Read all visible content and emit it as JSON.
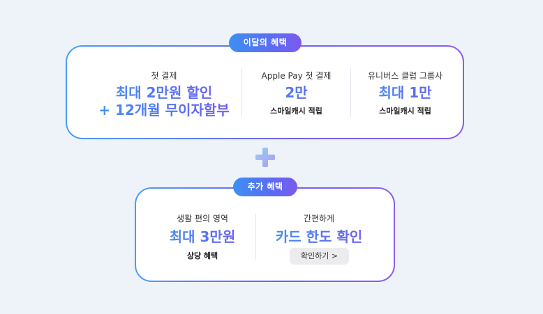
{
  "monthly_benefits": {
    "badge": "이달의 혜택",
    "items": [
      {
        "label": "첫 결제",
        "headline": [
          "최대 2만원 할인",
          "+ 12개월 무이자할부"
        ],
        "detail": ""
      },
      {
        "label": "Apple Pay 첫 결제",
        "headline": [
          "2만"
        ],
        "detail": "스마일캐시 적립"
      },
      {
        "label": "유니버스 클럽 그룹사",
        "headline": [
          "최대 1만"
        ],
        "detail": "스마일캐시 적립"
      }
    ]
  },
  "additional_benefits": {
    "badge": "추가 혜택",
    "items": [
      {
        "label": "생활 편의 영역",
        "headline": "최대 3만원",
        "detail": "상당 혜택"
      },
      {
        "label": "간편하게",
        "headline": "카드 한도 확인",
        "button": "확인하기 >"
      }
    ]
  },
  "colors": {
    "background": "#eef3fa",
    "gradient_start": "#3f95f4",
    "gradient_end": "#7a5af0"
  },
  "icons": [
    "plus-icon"
  ]
}
